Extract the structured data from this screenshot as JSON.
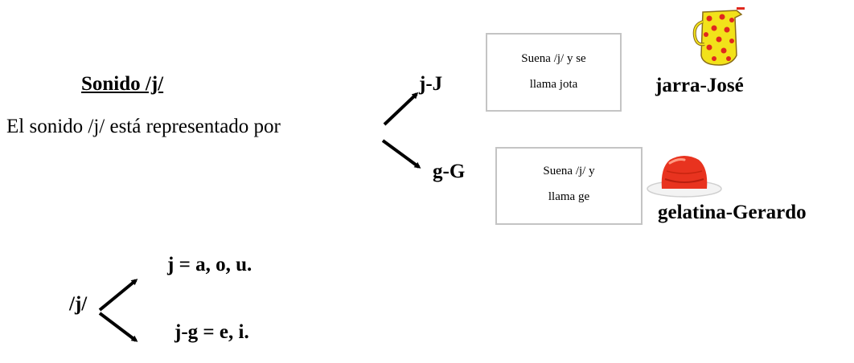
{
  "title": "Sonido /j/",
  "intro": "El sonido /j/ está representado por",
  "branch_j": {
    "letter": "j-J",
    "note_line1": "Suena /j/ y se",
    "note_line2": "llama jota",
    "example": "jarra-José",
    "image": "polka-dot-jug"
  },
  "branch_g": {
    "letter": "g-G",
    "note_line1": "Suena /j/ y",
    "note_line2": "llama ge",
    "example": "gelatina-Gerardo",
    "image": "red-gelatin"
  },
  "rule": {
    "symbol": "/j/",
    "line1": "j = a, o, u.",
    "line2": "j-g = e, i."
  },
  "colors": {
    "jug_body": "#f2e21a",
    "jug_dots": "#e0281e",
    "gelatin": "#e8331f",
    "box_border": "#c4c4c4"
  }
}
